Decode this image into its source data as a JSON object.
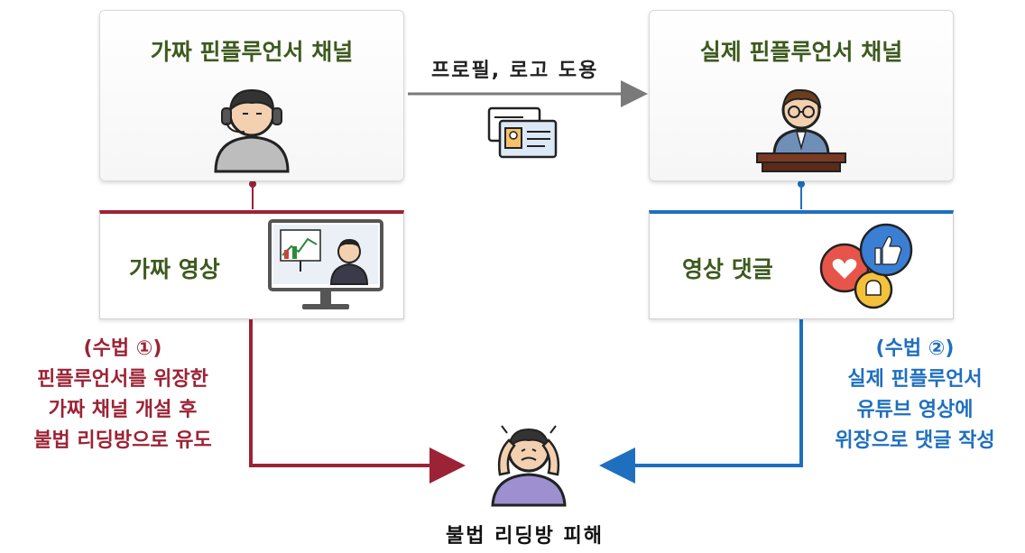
{
  "fake_channel": {
    "title": "가짜 핀플루언서 채널",
    "icon": "hacker-with-headset-icon"
  },
  "real_channel": {
    "title": "실제 핀플루언서 채널",
    "icon": "influencer-at-podium-icon"
  },
  "arrow": {
    "label": "프로필, 로고 도용",
    "icon": "id-card-icon"
  },
  "fake_video": {
    "label": "가짜 영상",
    "icon": "monitor-with-presenter-icon"
  },
  "comments": {
    "label": "영상 댓글",
    "icon": "like-heart-bell-reactions-icon"
  },
  "method1": {
    "title": "(수법 ①)",
    "lines": [
      "핀플루언서를 위장한",
      "가짜 채널 개설 후",
      "불법 리딩방으로 유도"
    ]
  },
  "method2": {
    "title": "(수법 ②)",
    "lines": [
      "실제 핀플루언서",
      "유튜브 영상에",
      "위장으로 댓글 작성"
    ]
  },
  "victim": {
    "label": "불법 리딩방 피해",
    "icon": "distressed-person-icon"
  },
  "colors": {
    "red": "#9b2335",
    "blue": "#1f6fbf",
    "green": "#3d5a1e",
    "arrow_gray": "#7a7a7a"
  }
}
